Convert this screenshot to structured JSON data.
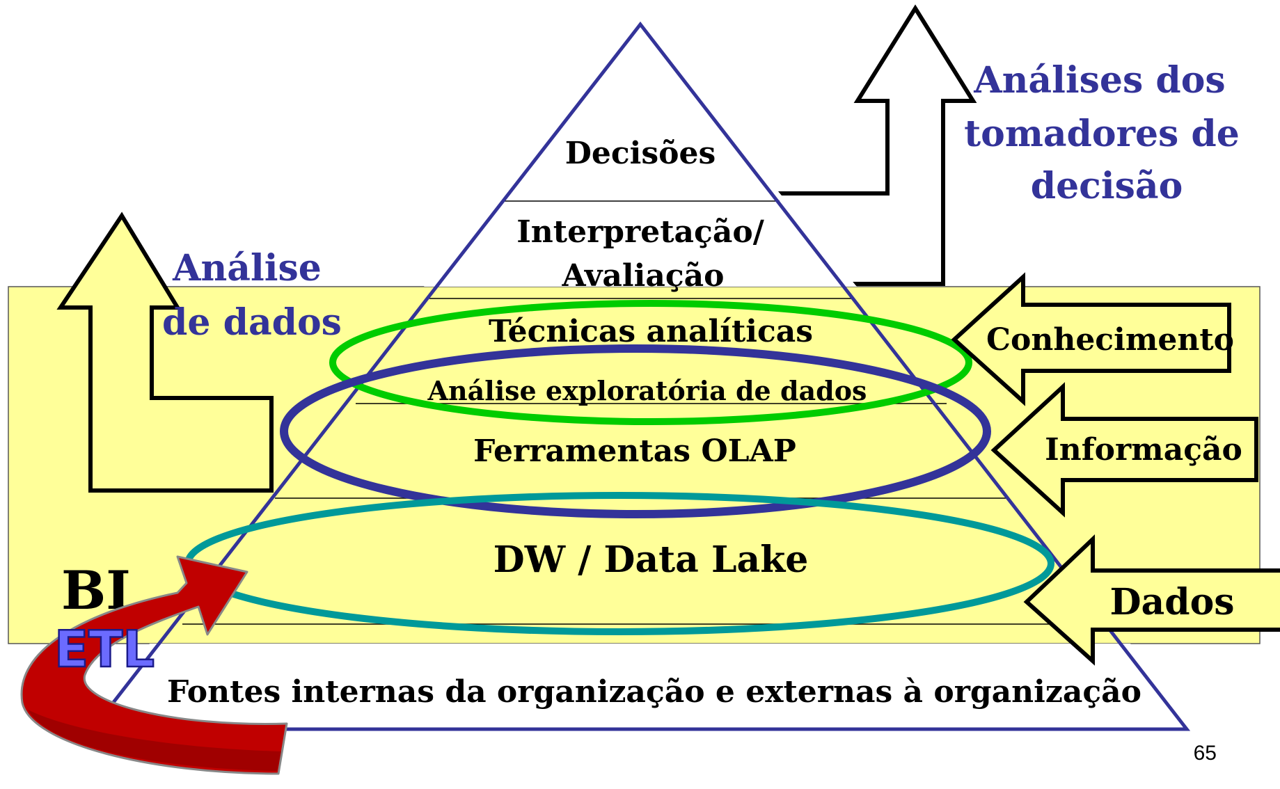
{
  "pyramid": {
    "layers": [
      "Decisões",
      "Interpretação/",
      "Avaliação",
      "Técnicas analíticas",
      "Análise exploratória de dados",
      "Ferramentas OLAP",
      "DW / Data Lake",
      "Fontes internas da organização e externas à organização"
    ]
  },
  "side_labels": {
    "analise_dados_line1": "Análise",
    "analise_dados_line2": "de dados",
    "decisores_line1": "Análises dos",
    "decisores_line2": "tomadores de",
    "decisores_line3": "decisão",
    "bi": "BI",
    "etl": "ETL"
  },
  "input_arrows": {
    "conhecimento": "Conhecimento",
    "informacao": "Informação",
    "dados": "Dados"
  },
  "page_number": "65",
  "colors": {
    "pyramid_outline": "#333399",
    "bi_band": "#ffff99",
    "green_ellipse": "#00cc00",
    "blue_ellipse": "#333399",
    "teal_ellipse": "#009999",
    "etl_arrow": "#c00000",
    "label_blue": "#333399"
  }
}
